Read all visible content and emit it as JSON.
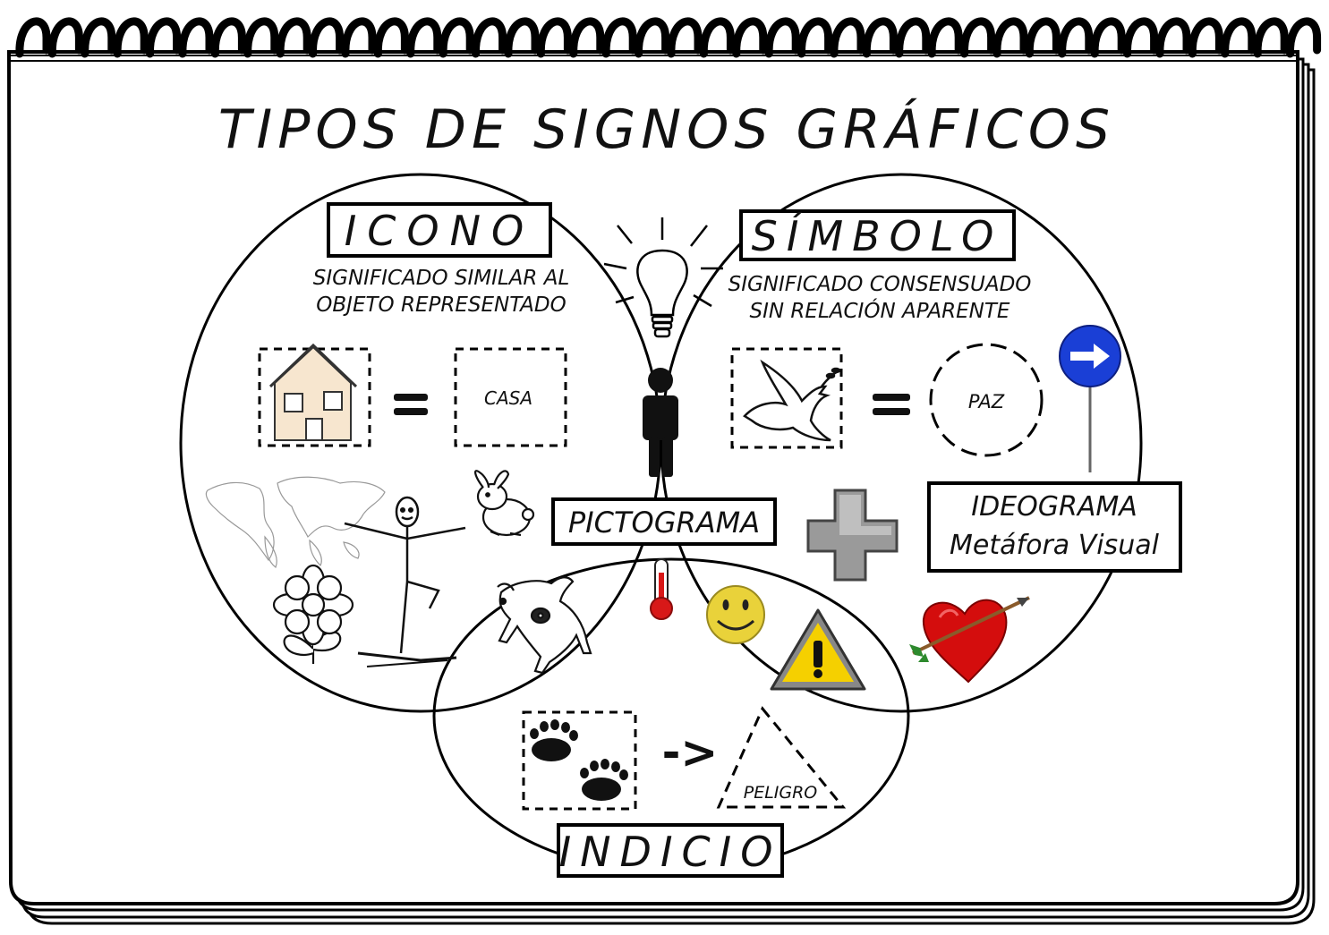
{
  "title": "TIPOS DE SIGNOS GRÁFICOS",
  "icono": {
    "label": "ICONO",
    "desc_line1": "SIGNIFICADO SIMILAR AL",
    "desc_line2": "OBJETO REPRESENTADO",
    "example_word": "CASA"
  },
  "simbolo": {
    "label": "SÍMBOLO",
    "desc_line1": "SIGNIFICADO CONSENSUADO",
    "desc_line2": "SIN RELACIÓN APARENTE",
    "example_word": "PAZ"
  },
  "indicio": {
    "label": "INDICIO",
    "example_word": "PELIGRO",
    "arrow_text": "->"
  },
  "pictograma": {
    "label": "PICTOGRAMA"
  },
  "ideograma": {
    "label_line1": "IDEOGRAMA",
    "label_line2": "Metáfora Visual"
  },
  "equals": "=",
  "icons": [
    "lightbulb-icon",
    "person-icon",
    "house-icon",
    "dove-icon",
    "one-way-sign-icon",
    "world-map-icon",
    "stick-figure-icon",
    "rabbit-icon",
    "flower-icon",
    "dog-icon",
    "thermometer-icon",
    "smiley-icon",
    "warning-sign-icon",
    "heart-arrow-icon",
    "plus-icon",
    "bear-paw-icon"
  ],
  "colors": {
    "ink": "#111111",
    "sign_blue": "#1a3fd6",
    "heart_red": "#d40d0d",
    "warning_yellow": "#f5d000",
    "smiley_yellow": "#e9d23a",
    "thermo_red": "#d81818",
    "house_fill": "#f7e6cf"
  }
}
